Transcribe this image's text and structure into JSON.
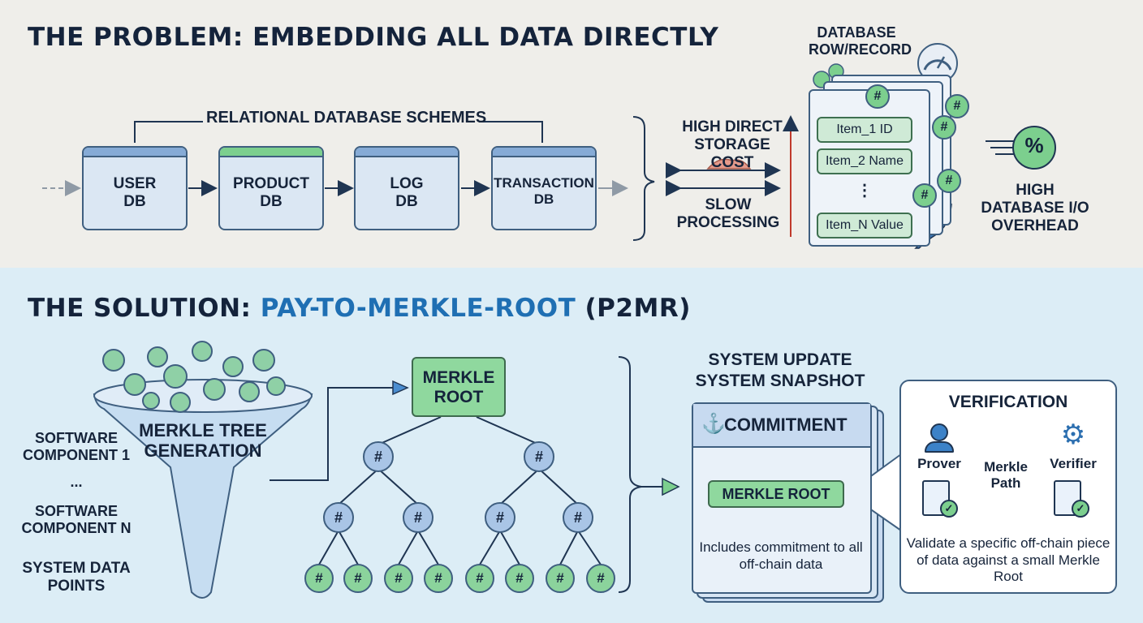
{
  "problem": {
    "title": "THE PROBLEM: EMBEDDING ALL DATA DIRECTLY",
    "schemes_label": "RELATIONAL DATABASE SCHEMES",
    "dbs": [
      {
        "line1": "USER",
        "line2": "DB"
      },
      {
        "line1": "PRODUCT",
        "line2": "DB"
      },
      {
        "line1": "LOG",
        "line2": "DB"
      },
      {
        "line1": "TRANSACTION",
        "line2": "DB"
      }
    ],
    "cost_label": "HIGH DIRECT STORAGE COST",
    "slow_label": "SLOW PROCESSING",
    "record_label": "DATABASE ROW/RECORD",
    "items": [
      "Item_1 ID",
      "Item_2 Name",
      "⋮",
      "Item_N Value"
    ],
    "io_label": "HIGH DATABASE I/O OVERHEAD"
  },
  "solution": {
    "title_prefix": "THE SOLUTION: ",
    "title_accent": "PAY-TO-MERKLE-ROOT",
    "title_suffix": " (P2MR)",
    "inputs": [
      "SOFTWARE COMPONENT 1",
      "...",
      "SOFTWARE COMPONENT N",
      "SYSTEM DATA POINTS"
    ],
    "funnel_label": "MERKLE TREE GENERATION",
    "root_label": "MERKLE ROOT",
    "hash_symbol": "#",
    "update_label_1": "SYSTEM UPDATE",
    "update_label_2": "SYSTEM SNAPSHOT",
    "commitment_title": "COMMITMENT",
    "commitment_root": "MERKLE ROOT",
    "commitment_desc": "Includes commitment to all off-chain data",
    "verification": {
      "title": "VERIFICATION",
      "prover": "Prover",
      "verifier": "Verifier",
      "path": "Merkle Path",
      "desc": "Validate a specific off-chain piece of data against a small Merkle Root"
    }
  },
  "colors": {
    "top_bg": "#efeeea",
    "bottom_bg": "#dcedf6",
    "accent": "#1f6fb3",
    "green": "#7ccf8e",
    "blue_node": "#a9c5e6",
    "outline": "#3f5f80"
  }
}
